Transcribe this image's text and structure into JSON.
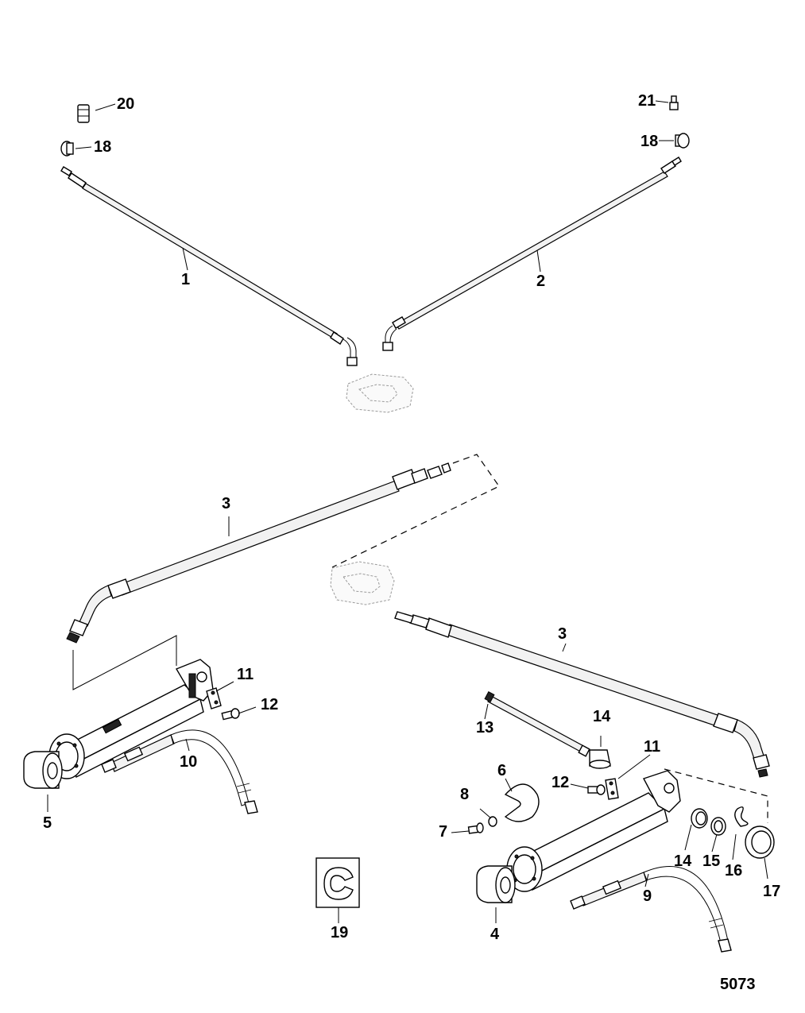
{
  "figure_number": "5073",
  "callouts": {
    "c1": "1",
    "c2": "2",
    "c3a": "3",
    "c3b": "3",
    "c4": "4",
    "c5": "5",
    "c6": "6",
    "c7": "7",
    "c8": "8",
    "c9": "9",
    "c10": "10",
    "c11a": "11",
    "c11b": "11",
    "c12a": "12",
    "c12b": "12",
    "c13": "13",
    "c14a": "14",
    "c14b": "14",
    "c15": "15",
    "c16": "16",
    "c17": "17",
    "c18a": "18",
    "c18b": "18",
    "c19": "19",
    "c20": "20",
    "c21": "21"
  }
}
